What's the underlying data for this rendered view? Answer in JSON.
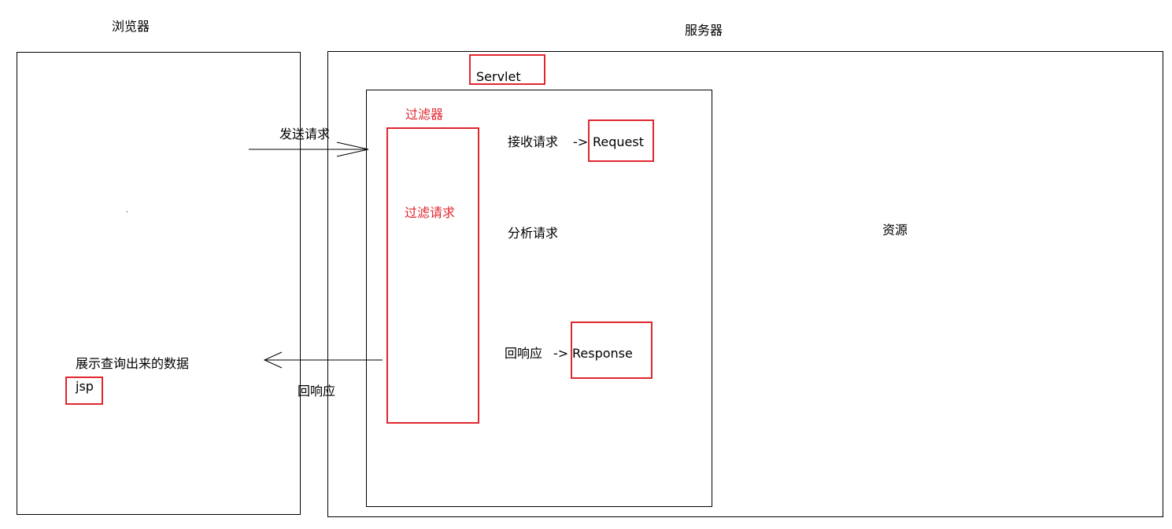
{
  "browser": {
    "title": "浏览器",
    "display_text": "展示查询出来的数据",
    "jsp_label": "jsp"
  },
  "server": {
    "title": "服务器",
    "resource_label": "资源",
    "servlet_label": "Servlet",
    "filter": {
      "title": "过滤器",
      "text": "过滤请求"
    },
    "receive_label": "接收请求",
    "receive_arrow": "->",
    "request_label": "Request",
    "analyze_label": "分析请求",
    "respond_label": "回响应",
    "respond_arrow": "->",
    "response_label": "Response"
  },
  "arrows": {
    "send_label": "发送请求",
    "return_label": "回响应"
  },
  "colors": {
    "line": "#000000",
    "accent_red": "#e0262e"
  }
}
